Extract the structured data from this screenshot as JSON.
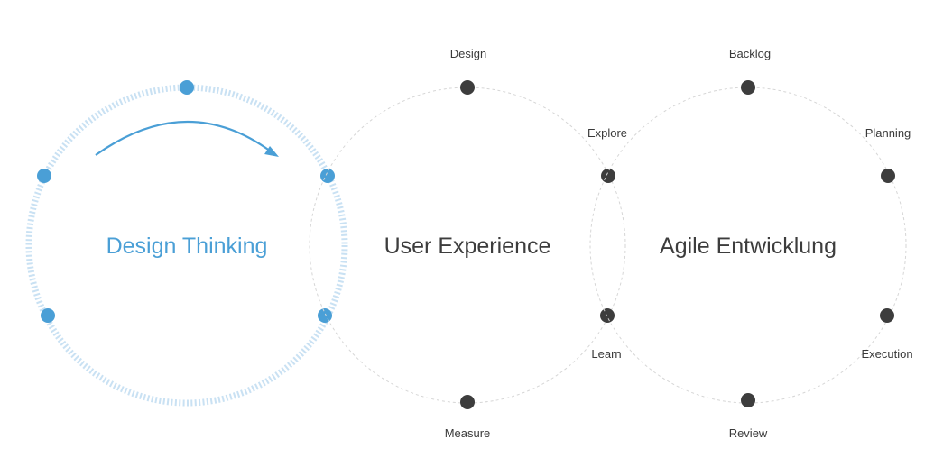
{
  "diagram": {
    "circles": [
      {
        "id": "design-thinking",
        "title": "Design Thinking",
        "highlighted": true,
        "color": "#4a9fd6",
        "ring_color": "#c9e1f3",
        "nodes": []
      },
      {
        "id": "user-experience",
        "title": "User Experience",
        "highlighted": false,
        "color": "#3d3d3d",
        "ring_color": "#d6d6d6",
        "nodes": [
          "Design",
          "Explore",
          "Learn",
          "Measure"
        ]
      },
      {
        "id": "agile-entwicklung",
        "title": "Agile Entwicklung",
        "highlighted": false,
        "color": "#3d3d3d",
        "ring_color": "#d6d6d6",
        "nodes": [
          "Backlog",
          "Planning",
          "Execution",
          "Review"
        ]
      }
    ],
    "arrow_icon": "clockwise-arrow-icon"
  }
}
